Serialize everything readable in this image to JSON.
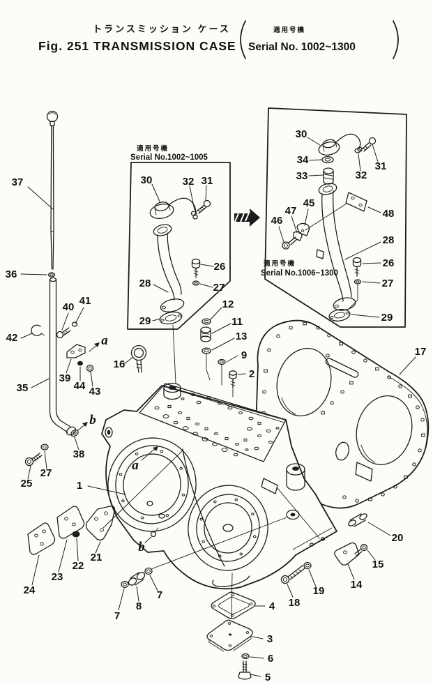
{
  "title": {
    "japanese": "トランスミッション  ケース",
    "figure": "Fig. 251  TRANSMISSION  CASE",
    "serial_note_jp": "適用号機",
    "serial_note_en": "Serial  No.  1002~1300"
  },
  "boxes": {
    "early": {
      "note_jp": "適用号機",
      "serial": "Serial No.1002~1005"
    },
    "late": {
      "note_jp": "適用号機",
      "serial": "Serial No.1006~1300"
    }
  },
  "parts": {
    "1": "1",
    "2": "2",
    "3": "3",
    "4": "4",
    "5": "5",
    "6": "6",
    "7": "7",
    "8": "8",
    "9": "9",
    "11": "11",
    "12": "12",
    "13": "13",
    "14": "14",
    "15": "15",
    "16": "16",
    "17": "17",
    "18": "18",
    "19": "19",
    "20": "20",
    "21": "21",
    "22": "22",
    "23": "23",
    "24": "24",
    "25": "25",
    "26": "26",
    "27": "27",
    "28": "28",
    "29": "29",
    "30": "30",
    "31": "31",
    "32": "32",
    "33": "33",
    "34": "34",
    "35": "35",
    "36": "36",
    "37": "37",
    "38": "38",
    "39": "39",
    "40": "40",
    "41": "41",
    "42": "42",
    "43": "43",
    "44": "44",
    "45": "45",
    "46": "46",
    "47": "47",
    "48": "48"
  },
  "markers": {
    "a": "a",
    "b": "b"
  },
  "colors": {
    "ink": "#1c1c1c",
    "paper": "#fcfcf9"
  }
}
